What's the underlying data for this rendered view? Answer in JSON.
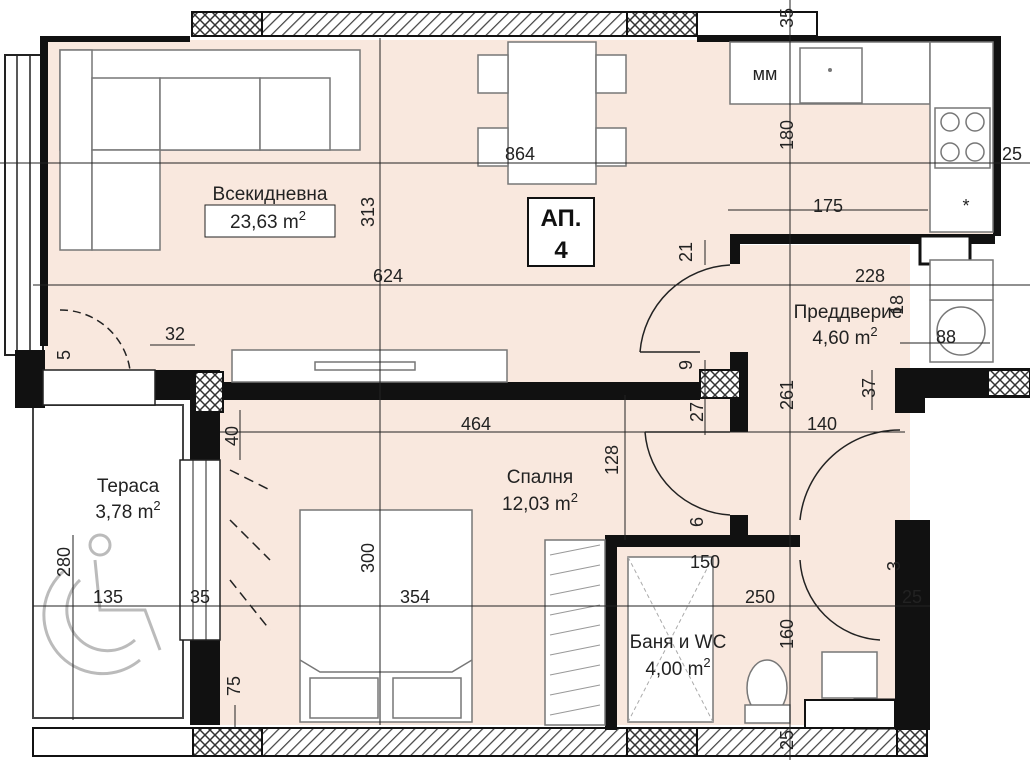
{
  "apartment": {
    "label_line1": "АП.",
    "label_line2": "4"
  },
  "rooms": {
    "living": {
      "name": "Всекидневна",
      "area": "23,63 m",
      "unit_sup": "2"
    },
    "bedroom": {
      "name": "Спалня",
      "area": "12,03 m",
      "unit_sup": "2"
    },
    "hall": {
      "name": "Преддверие",
      "area": "4,60 m",
      "unit_sup": "2"
    },
    "bath": {
      "name": "Баня и WC",
      "area": "4,00 m",
      "unit_sup": "2"
    },
    "terrace": {
      "name": "Тераса",
      "area": "3,78 m",
      "unit_sup": "2"
    },
    "mm": "мм",
    "star": "*"
  },
  "dims": {
    "d864": "864",
    "d180": "180",
    "d313": "313",
    "d175": "175",
    "d21": "21",
    "d25a": "25",
    "d624": "624",
    "d228": "228",
    "d18": "18",
    "d88": "88",
    "d32": "32",
    "d5": "5",
    "d9": "9",
    "d37": "37",
    "d261": "261",
    "d27": "27",
    "d464": "464",
    "d40": "40",
    "d140": "140",
    "d128": "128",
    "d6": "6",
    "d150": "150",
    "d280": "280",
    "d300": "300",
    "d135": "135",
    "d35": "35",
    "d354": "354",
    "d250": "250",
    "d25b": "25",
    "d160": "160",
    "d75": "75",
    "d25c": "25",
    "d35b": "35",
    "d3": "3"
  },
  "colors": {
    "floor": "#f9e8de",
    "wall": "#111111",
    "hatch": "#444444",
    "furniture": "#777777"
  }
}
